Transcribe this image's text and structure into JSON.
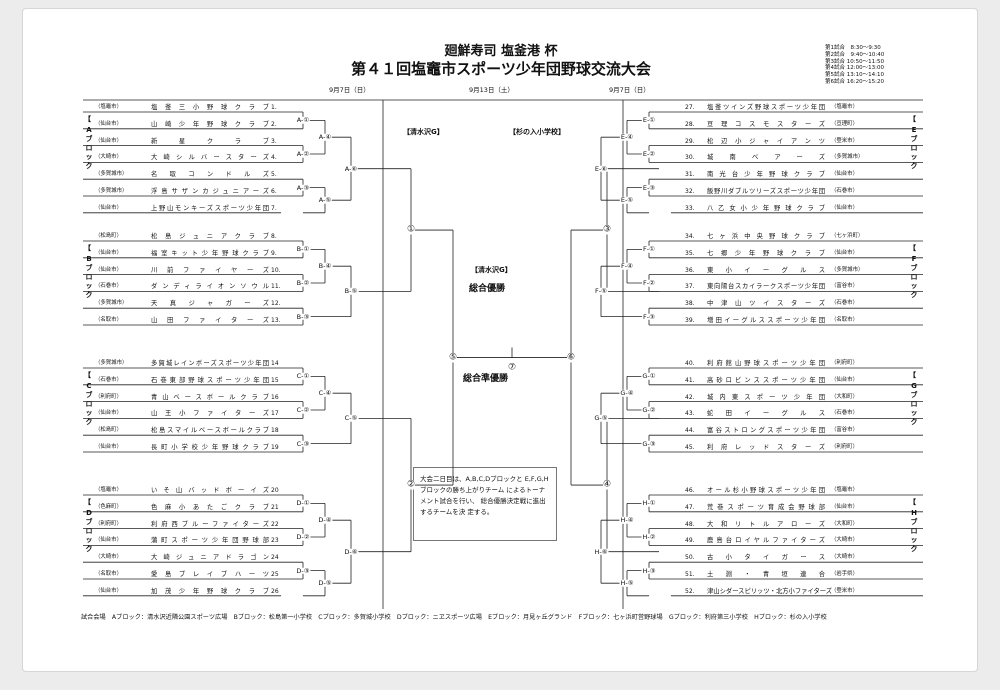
{
  "title_line1": "廻鮮寿司 塩釜港 杯",
  "title_line2": "第４１回塩竈市スポーツ少年団野球交流大会",
  "schedule": [
    "第1試合　8:30〜9:30",
    "第2試合　9:40〜10:40",
    "第3試合 10:50〜11:50",
    "第4試合 12:00〜13:00",
    "第5試合 13:10〜14:10",
    "第6試合 16:20〜15:20"
  ],
  "dates": {
    "left": "9月7日（日）",
    "center": "9月13日（土）",
    "right": "9月7日（日）"
  },
  "venues": {
    "left_top": "【清水沢G】",
    "right_top": "【杉の入小学校】",
    "center": "【清水沢G】"
  },
  "center": {
    "champion": "総合優勝",
    "runner_up": "総合準優勝",
    "final_no": "⑦"
  },
  "semifinals": [
    "⑤",
    "⑥"
  ],
  "quarterfinals": [
    "①",
    "②",
    "③",
    "④"
  ],
  "block_labels": [
    "Aブロック",
    "Bブロック",
    "Cブロック",
    "Dブロック",
    "Eブロック",
    "Fブロック",
    "Gブロック",
    "Hブロック"
  ],
  "left_blocks": [
    {
      "teams": [
        {
          "region": "（塩竈市）",
          "name": "塩釜三小野球クラブ",
          "seed": "1."
        },
        {
          "region": "（仙台市）",
          "name": "山崎少年野球クラブ",
          "seed": "2."
        },
        {
          "region": "（仙台市）",
          "name": "新星クラブ",
          "seed": "3."
        },
        {
          "region": "（大崎市）",
          "name": "大崎シルバースターズ",
          "seed": "4."
        },
        {
          "region": "（多賀城市）",
          "name": "名取コンドルズ",
          "seed": "5."
        },
        {
          "region": "（多賀城市）",
          "name": "浮島サザンカジュニアーズ",
          "seed": "6."
        },
        {
          "region": "（仙台市）",
          "name": "上野山モンキーズスポーツ少年団",
          "seed": "7."
        }
      ],
      "matches": [
        "A-①",
        "A-②",
        "A-③",
        "A-④",
        "A-⑤",
        "A-⑥"
      ]
    },
    {
      "teams": [
        {
          "region": "（松島町）",
          "name": "松島ジュニアクラブ",
          "seed": "8."
        },
        {
          "region": "（仙台市）",
          "name": "福室キット少年野球クラブ",
          "seed": "9."
        },
        {
          "region": "（仙台市）",
          "name": "川前ファイヤーズ",
          "seed": "10."
        },
        {
          "region": "（石巻市）",
          "name": "ダンディライオンソウル",
          "seed": "11."
        },
        {
          "region": "（多賀城市）",
          "name": "天真ジャガーズ",
          "seed": "12."
        },
        {
          "region": "（名取市）",
          "name": "山田ファイターズ",
          "seed": "13."
        }
      ],
      "matches": [
        "B-①",
        "B-②",
        "B-③",
        "B-④",
        "B-⑤"
      ]
    },
    {
      "teams": [
        {
          "region": "（多賀城市）",
          "name": "多賀城レインボーズスポーツ少年団",
          "seed": "14"
        },
        {
          "region": "（石巻市）",
          "name": "石巻東部野球スポーツ少年団",
          "seed": "15"
        },
        {
          "region": "（利府町）",
          "name": "青山ベースボールクラブ",
          "seed": "16"
        },
        {
          "region": "（仙台市）",
          "name": "山王小ファイターズ",
          "seed": "17"
        },
        {
          "region": "（松島町）",
          "name": "松島スマイルベースボールクラブ",
          "seed": "18"
        },
        {
          "region": "（仙台市）",
          "name": "長町小学校少年野球クラブ",
          "seed": "19"
        }
      ],
      "matches": [
        "C-①",
        "C-②",
        "C-③",
        "C-④",
        "C-⑤"
      ]
    },
    {
      "teams": [
        {
          "region": "（塩竈市）",
          "name": "いそ山バッドボーイズ",
          "seed": "20"
        },
        {
          "region": "（色麻町）",
          "name": "色麻小あたごクラブ",
          "seed": "21"
        },
        {
          "region": "（利府町）",
          "name": "利府西ブルーファイターズ",
          "seed": "22"
        },
        {
          "region": "（仙台市）",
          "name": "蒲町スポーツ少年団野球部",
          "seed": "23"
        },
        {
          "region": "（大崎市）",
          "name": "大崎ジュニアドラゴン",
          "seed": "24"
        },
        {
          "region": "（名取市）",
          "name": "愛島ブレイブハーツ",
          "seed": "25"
        },
        {
          "region": "（仙台市）",
          "name": "加茂少年野球クラブ",
          "seed": "26"
        }
      ],
      "matches": [
        "D-①",
        "D-②",
        "D-③",
        "D-④",
        "D-⑤",
        "D-⑥"
      ]
    }
  ],
  "right_blocks": [
    {
      "teams": [
        {
          "seed": "27.",
          "name": "塩釜ツインズ野球スポーツ少年団",
          "region": "（塩竈市）"
        },
        {
          "seed": "28.",
          "name": "亘理コスモスターズ",
          "region": "（亘理町）"
        },
        {
          "seed": "29.",
          "name": "松辺小ジャイアンツ",
          "region": "（登米市）"
        },
        {
          "seed": "30.",
          "name": "城南ベアーズ",
          "region": "（多賀城市）"
        },
        {
          "seed": "31.",
          "name": "南光台少年野球クラブ",
          "region": "（仙台市）"
        },
        {
          "seed": "32.",
          "name": "飯野川ダブルツリーズスポーツ少年団",
          "region": "（石巻市）"
        },
        {
          "seed": "33.",
          "name": "八乙女小少年野球クラブ",
          "region": "（仙台市）"
        }
      ],
      "matches": [
        "E-①",
        "E-②",
        "E-③",
        "E-④",
        "E-⑤",
        "E-⑥"
      ]
    },
    {
      "teams": [
        {
          "seed": "34.",
          "name": "七ヶ浜中央野球クラブ",
          "region": "（七ヶ浜町）"
        },
        {
          "seed": "35.",
          "name": "七郷少年野球クラブ",
          "region": "（仙台市）"
        },
        {
          "seed": "36.",
          "name": "東小イーグルス",
          "region": "（多賀城市）"
        },
        {
          "seed": "37.",
          "name": "東向陽台スカイラークスポーツ少年団",
          "region": "（富谷市）"
        },
        {
          "seed": "38.",
          "name": "中津山ツイスターズ",
          "region": "（石巻市）"
        },
        {
          "seed": "39.",
          "name": "増田イーグルススポーツ少年団",
          "region": "（名取市）"
        }
      ],
      "matches": [
        "F-①",
        "F-②",
        "F-③",
        "F-④",
        "F-⑤"
      ]
    },
    {
      "teams": [
        {
          "seed": "40.",
          "name": "利府館山野球スポーツ少年団",
          "region": "（利府町）"
        },
        {
          "seed": "41.",
          "name": "高砂ロビンススポーツ少年団",
          "region": "（仙台市）"
        },
        {
          "seed": "42.",
          "name": "城内東スポーツ少年団",
          "region": "（大和町）"
        },
        {
          "seed": "43.",
          "name": "蛇田イーグルス",
          "region": "（石巻市）"
        },
        {
          "seed": "44.",
          "name": "富谷ストロングスポーツ少年団",
          "region": "（富谷市）"
        },
        {
          "seed": "45.",
          "name": "利府レッドスターズ",
          "region": "（利府町）"
        }
      ],
      "matches": [
        "G-①",
        "G-②",
        "G-③",
        "G-④",
        "G-⑤"
      ]
    },
    {
      "teams": [
        {
          "seed": "46.",
          "name": "オール杉小野球スポーツ少年団",
          "region": "（塩竈市）"
        },
        {
          "seed": "47.",
          "name": "荒巻スポーツ育成会野球部",
          "region": "（仙台市）"
        },
        {
          "seed": "48.",
          "name": "大和リトルアローズ",
          "region": "（大和町）"
        },
        {
          "seed": "49.",
          "name": "鹿島台ロイヤルファイターズ",
          "region": "（大崎市）"
        },
        {
          "seed": "50.",
          "name": "古小タイガース",
          "region": "（大崎市）"
        },
        {
          "seed": "51.",
          "name": "土淵・青垣連合",
          "region": "（岩手県）"
        },
        {
          "seed": "52.",
          "name": "津山シダースピリッツ・北方小ファイターズ",
          "region": "（登米市）"
        }
      ],
      "matches": [
        "H-①",
        "H-②",
        "H-③",
        "H-④",
        "H-⑤",
        "H-⑥"
      ]
    }
  ],
  "note": "大会二日目は、A,B,C,Dブロックと E,F,G,Hブロックの勝ち上がりチーム によるトーナメント試合を行い、 総合優勝決定戦に進出するチームを決 定する。",
  "footer": "試合会場　Aブロック：清水沢近隣公園スポーツ広場　Bブロック：松島第一小学校　Cブロック：多賀城小学校　Dブロック：ニヱスポーツ広場　Eブロック：月見ヶ丘グランド　Fブロック：七ヶ浜町営野球場　Gブロック：利府第三小学校　Hブロック：杉の入小学校"
}
